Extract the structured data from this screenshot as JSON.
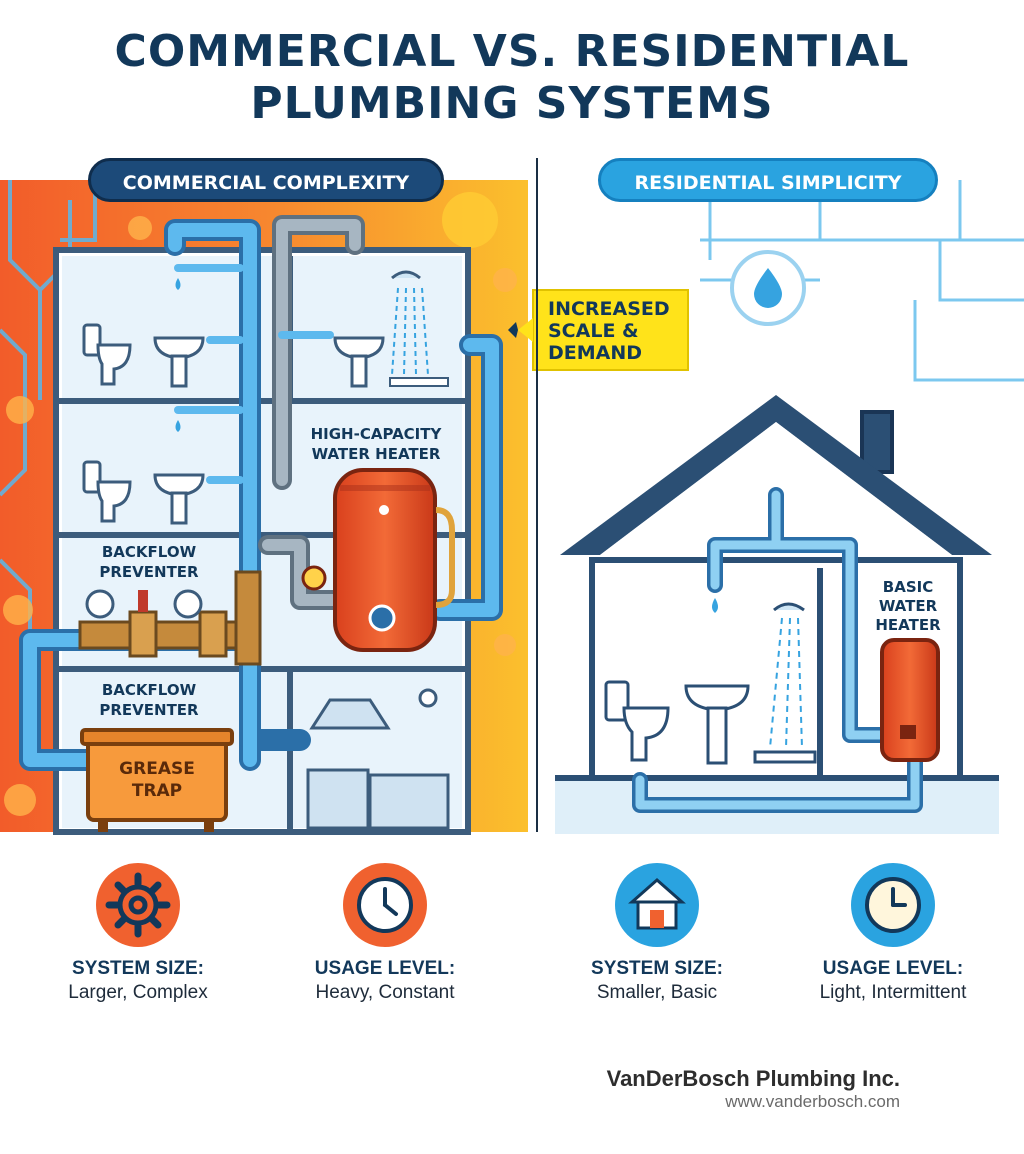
{
  "title_line1": "COMMERCIAL VS. RESIDENTIAL",
  "title_line2": "PLUMBING SYSTEMS",
  "commercial": {
    "header": "COMMERCIAL COMPLEXITY",
    "callout": [
      "INCREASED",
      "SCALE &",
      "DEMAND"
    ],
    "water_heater_label": [
      "HIGH-CAPACITY",
      "WATER HEATER"
    ],
    "backflow_label_1": [
      "BACKFLOW",
      "PREVENTER"
    ],
    "backflow_label_2": [
      "BACKFLOW",
      "PREVENTER"
    ],
    "grease_trap_label": [
      "GREASE",
      "TRAP"
    ]
  },
  "residential": {
    "header": "RESIDENTIAL SIMPLICITY",
    "water_heater_label": [
      "BASIC",
      "WATER",
      "HEATER"
    ]
  },
  "stats": [
    {
      "icon": "gear-icon",
      "title": "SYSTEM SIZE:",
      "value": "Larger, Complex",
      "color": "#f0612f"
    },
    {
      "icon": "clock-icon",
      "title": "USAGE LEVEL:",
      "value": "Heavy, Constant",
      "color": "#f0612f"
    },
    {
      "icon": "house-icon",
      "title": "SYSTEM SIZE:",
      "value": "Smaller, Basic",
      "color": "#2aa3e0"
    },
    {
      "icon": "clock-icon",
      "title": "USAGE LEVEL:",
      "value": "Light, Intermittent",
      "color": "#2aa3e0"
    }
  ],
  "brand": "VanDerBosch Plumbing Inc.",
  "url": "www.vanderbosch.com",
  "colors": {
    "navy": "#12385a",
    "orange": "#f0612f",
    "blue": "#2aa3e0",
    "yellow": "#ffe31a"
  }
}
